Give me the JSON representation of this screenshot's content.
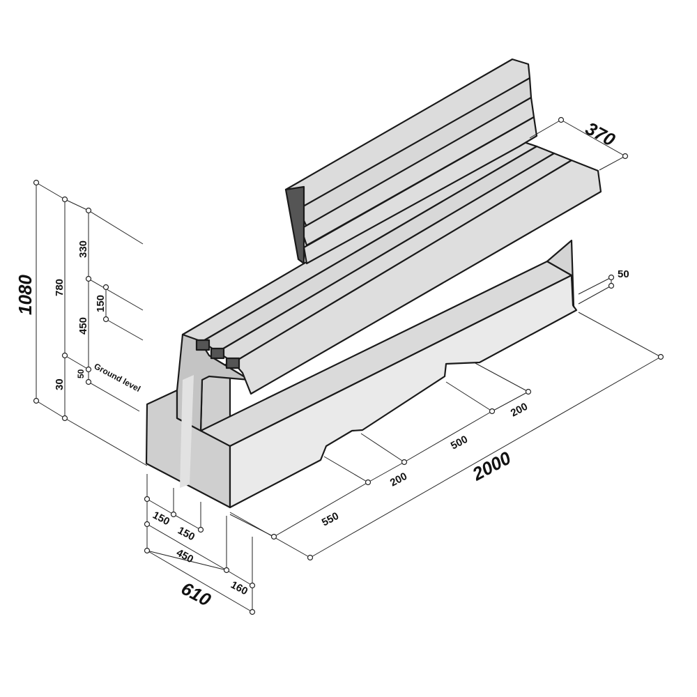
{
  "colors": {
    "plank_top": "#dedede",
    "plank_front": "#c8c8c8",
    "base_front": "#eaeaea",
    "base_top": "#dadada",
    "base_side": "#cfcfcf",
    "dark_edge": "#1a1a1a"
  },
  "labels": {
    "height_total": "1080",
    "height_780": "780",
    "height_330": "330",
    "height_150": "150",
    "height_450": "450",
    "height_30": "30",
    "height_50": "50",
    "ground_level": "Ground level",
    "depth_370": "370",
    "gap_50": "50",
    "length_2000": "2000",
    "seg_200_right": "200",
    "seg_500": "500",
    "seg_200_left": "200",
    "seg_550": "550",
    "w_150_a": "150",
    "w_150_b": "150",
    "w_450": "450",
    "w_610": "610",
    "w_160": "160"
  }
}
